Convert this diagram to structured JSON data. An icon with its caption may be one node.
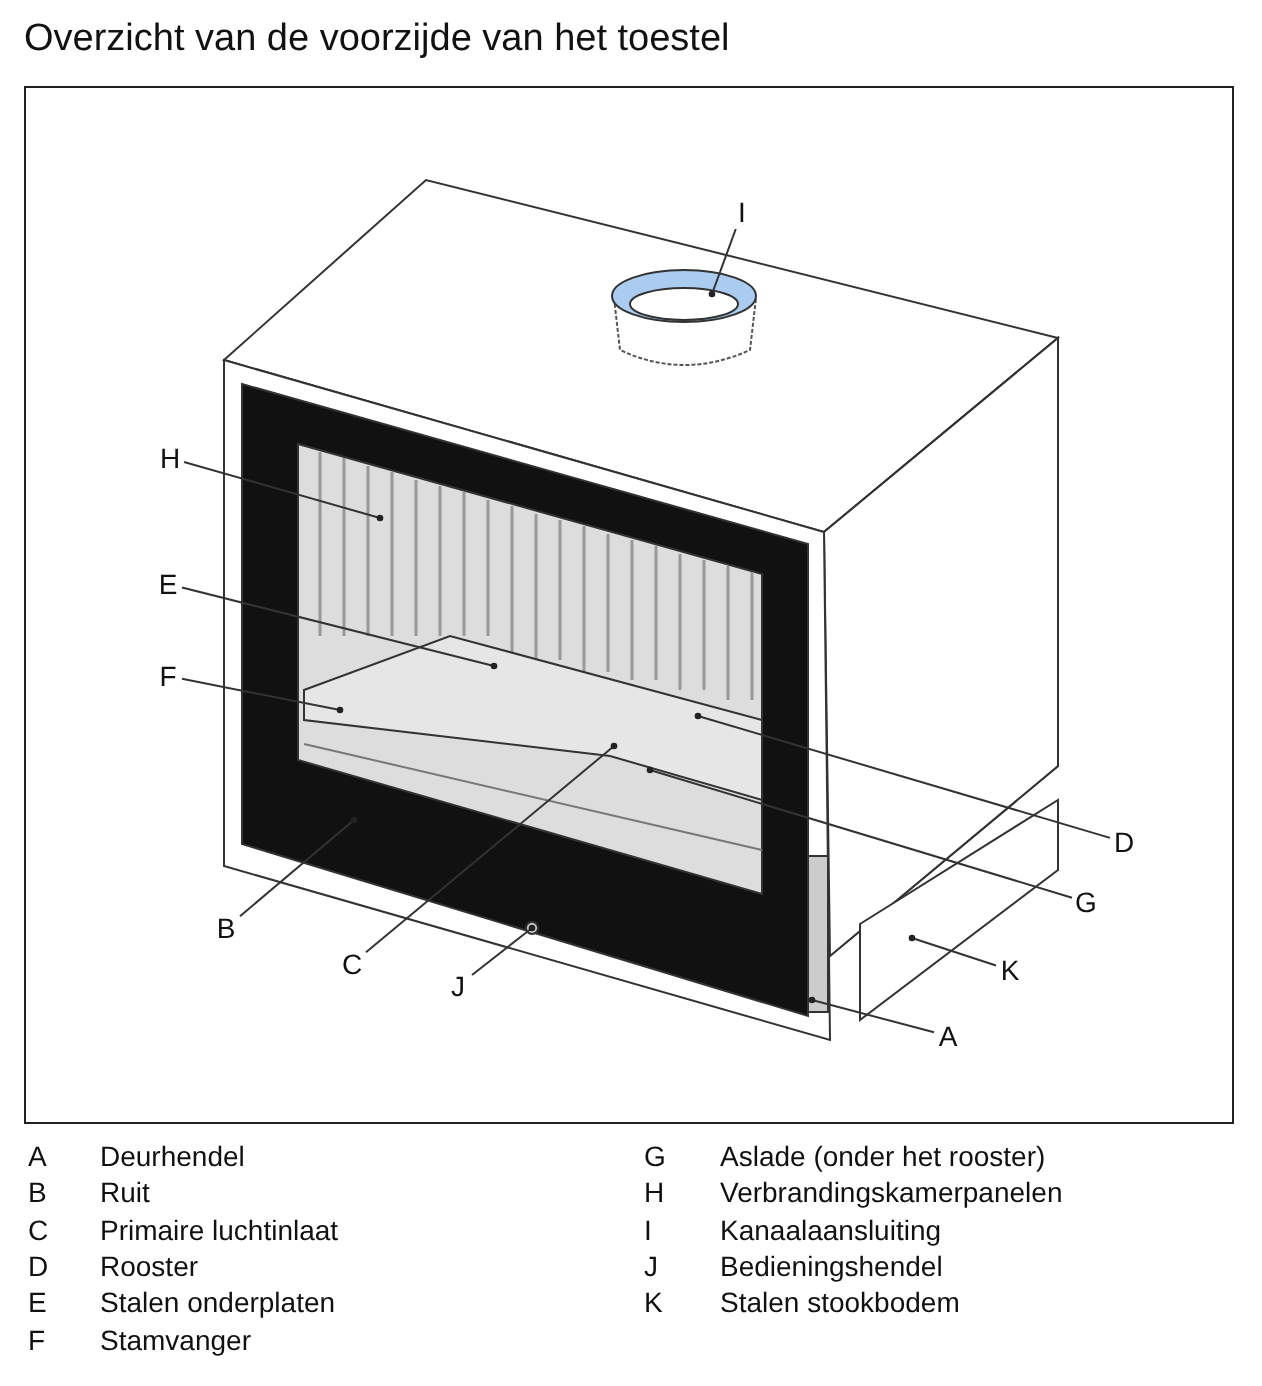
{
  "diagram": {
    "title": "Overzicht van de voorzijde van het toestel",
    "nodes": [
      {
        "text": [
          "I"
        ]
      },
      {
        "text": [
          "H"
        ]
      },
      {
        "text": [
          "E"
        ]
      },
      {
        "text": [
          "F"
        ]
      },
      {
        "text": [
          "D"
        ]
      },
      {
        "text": [
          "G"
        ]
      },
      {
        "text": [
          "B"
        ]
      },
      {
        "text": [
          "K"
        ]
      },
      {
        "text": [
          "C"
        ]
      },
      {
        "text": [
          "J"
        ]
      },
      {
        "text": [
          "A"
        ]
      }
    ],
    "edges": [
      {
        "from": 0,
        "to": null,
        "arrow": "other"
      },
      {
        "from": 1,
        "to": null,
        "arrow": "other"
      },
      {
        "from": 2,
        "to": null,
        "arrow": "other"
      },
      {
        "from": 3,
        "to": null,
        "arrow": "other"
      },
      {
        "from": 4,
        "to": null,
        "arrow": "other"
      },
      {
        "from": 5,
        "to": null,
        "arrow": "other"
      },
      {
        "from": 6,
        "to": null,
        "arrow": "other"
      },
      {
        "from": 7,
        "to": null,
        "arrow": "other"
      },
      {
        "from": 8,
        "to": null,
        "arrow": "other"
      },
      {
        "from": 9,
        "to": null,
        "arrow": "other"
      },
      {
        "from": 10,
        "to": null,
        "arrow": "other"
      }
    ],
    "labels": [
      "A",
      "Deurhendel",
      "G",
      "Aslade (onder het rooster)",
      "B",
      "Ruit",
      "H",
      "Verbrandingskamerpanelen",
      "C",
      "Primaire luchtinlaat",
      "I",
      "Kanaalaansluiting",
      "D",
      "Rooster",
      "J",
      "Bedieningshendel",
      "E",
      "Stalen onderplaten",
      "K",
      "Stalen stookbodem",
      "F",
      "Stamvanger"
    ]
  }
}
